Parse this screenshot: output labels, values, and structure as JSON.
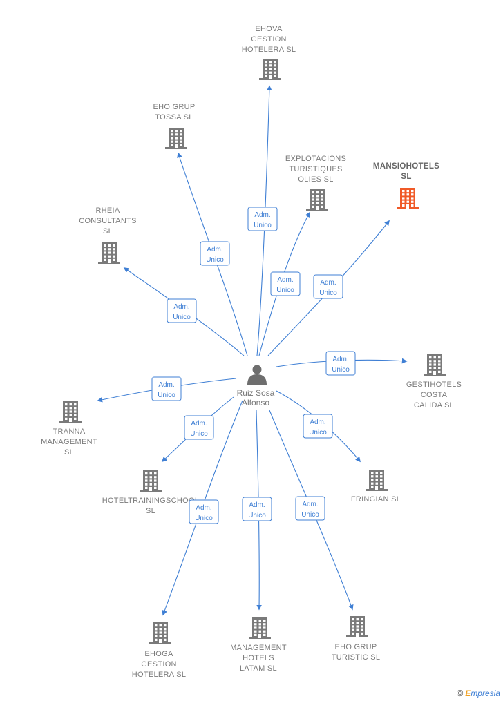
{
  "center": {
    "name_lines": [
      "Ruiz Sosa",
      "Alfonso"
    ],
    "icon": "person-icon"
  },
  "relation_lines": [
    "Adm.",
    "Unico"
  ],
  "colors": {
    "edge": "#3f7fd4",
    "building": "#7a7a7a",
    "building_highlight": "#f05a28",
    "label": "#7a7a7a"
  },
  "companies": [
    {
      "id": "ehova",
      "lines": [
        "EHOVA",
        "GESTION",
        "HOTELERA  SL"
      ],
      "highlight": false
    },
    {
      "id": "eho-grup-tossa",
      "lines": [
        "EHO GRUP",
        "TOSSA  SL"
      ],
      "highlight": false
    },
    {
      "id": "explotacions",
      "lines": [
        "EXPLOTACIONS",
        "TURISTIQUES",
        "OLIES SL"
      ],
      "highlight": false
    },
    {
      "id": "mansiohotels",
      "lines": [
        "MANSIOHOTELS",
        "SL"
      ],
      "highlight": true
    },
    {
      "id": "rheia",
      "lines": [
        "RHEIA",
        "CONSULTANTS",
        "SL"
      ],
      "highlight": false
    },
    {
      "id": "gestihotels",
      "lines": [
        "GESTIHOTELS",
        "COSTA",
        "CALIDA  SL"
      ],
      "highlight": false
    },
    {
      "id": "tranna",
      "lines": [
        "TRANNA",
        "MANAGEMENT",
        "SL"
      ],
      "highlight": false
    },
    {
      "id": "hoteltraining",
      "lines": [
        "HOTELTRAININGSCHOOL",
        "SL"
      ],
      "highlight": false
    },
    {
      "id": "fringian",
      "lines": [
        "FRINGIAN  SL"
      ],
      "highlight": false
    },
    {
      "id": "ehoga",
      "lines": [
        "EHOGA",
        "GESTION",
        "HOTELERA  SL"
      ],
      "highlight": false
    },
    {
      "id": "management-latam",
      "lines": [
        "MANAGEMENT",
        "HOTELS",
        "LATAM  SL"
      ],
      "highlight": false
    },
    {
      "id": "eho-grup-turistic",
      "lines": [
        "EHO GRUP",
        "TURISTIC  SL"
      ],
      "highlight": false
    }
  ],
  "footer": {
    "copyright": "©",
    "brand_initial": "E",
    "brand_rest": "mpresia"
  }
}
